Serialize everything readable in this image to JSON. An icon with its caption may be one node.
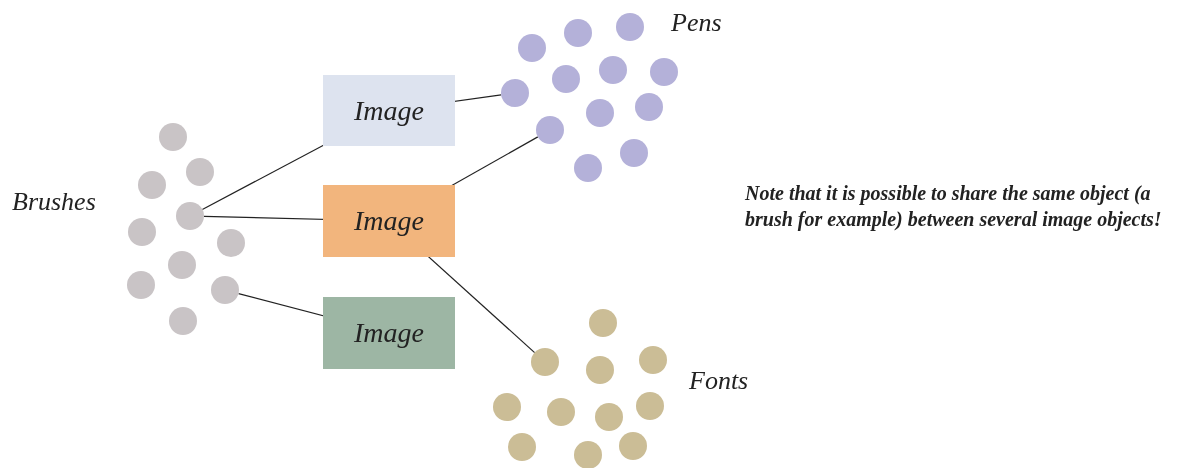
{
  "diagram": {
    "nodes": [
      {
        "text": [
          "Image"
        ]
      },
      {
        "text": [
          "Image"
        ]
      },
      {
        "text": [
          "Image"
        ]
      },
      {
        "text": [],
        "shape": "circle"
      },
      {
        "text": [],
        "shape": "circle"
      },
      {
        "text": [],
        "shape": "circle"
      },
      {
        "text": [],
        "shape": "circle"
      },
      {
        "text": [],
        "shape": "circle"
      }
    ],
    "edges": [
      {
        "from": 3,
        "to": 0,
        "arrow": "none"
      },
      {
        "from": 3,
        "to": 1,
        "arrow": "none"
      },
      {
        "from": 4,
        "to": 2,
        "arrow": "none"
      },
      {
        "from": 0,
        "to": 5,
        "arrow": "none"
      },
      {
        "from": 1,
        "to": 6,
        "arrow": "none"
      },
      {
        "from": 1,
        "to": 7,
        "arrow": "none"
      }
    ],
    "labels": [
      "Brushes",
      "Pens",
      "Fonts",
      "Note that it is possible to share the same object (a brush for example) between several image objects!"
    ]
  }
}
